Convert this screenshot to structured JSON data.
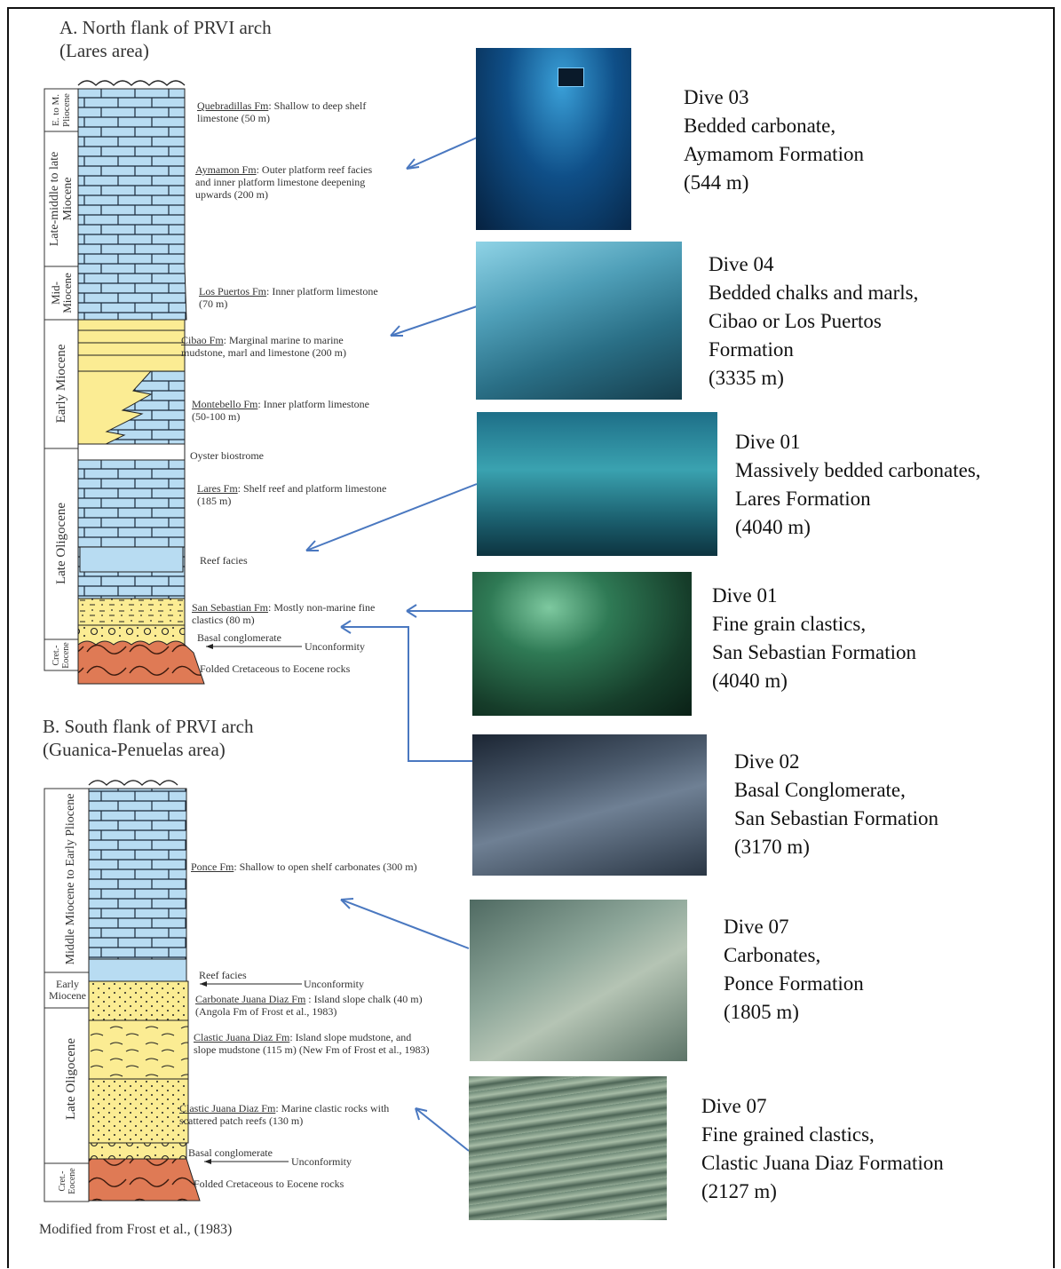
{
  "section_a": {
    "title_line1": "A. North flank of PRVI arch",
    "title_line2": "(Lares area)",
    "ages": [
      "E. to M. Pliocene",
      "Late-middle to late Miocene",
      "Mid-Miocene",
      "Early Miocene",
      "Late Oligocene",
      "Cret.- Eocene"
    ],
    "units": [
      {
        "fm": "Quebradillas Fm",
        "line1": ": Shallow to deep shelf",
        "line2": "limestone (50 m)"
      },
      {
        "fm": "Aymamon Fm",
        "line1": ":  Outer platform reef facies",
        "line2": "and inner platform limestone deepening",
        "line3": "upwards (200 m)"
      },
      {
        "fm": "Los Puertos Fm",
        "line1": ": Inner platform limestone",
        "line2": "(70 m)"
      },
      {
        "fm": "Cibao Fm",
        "line1": ": Marginal marine to marine",
        "line2": "mudstone, marl and limestone (200 m)"
      },
      {
        "fm": "Montebello Fm",
        "line1": ": Inner platform limestone",
        "line2": "(50-100 m)"
      },
      {
        "plain": "Oyster biostrome"
      },
      {
        "fm": "Lares Fm",
        "line1": ": Shelf reef and platform limestone",
        "line2": "(185 m)"
      },
      {
        "plain": "Reef facies"
      },
      {
        "fm": "San Sebastian Fm",
        "line1": ": Mostly non-marine fine",
        "line2": "clastics (80 m)"
      },
      {
        "plain": "Basal conglomerate"
      },
      {
        "plain": "Unconformity"
      },
      {
        "plain": "Folded Cretaceous to Eocene rocks"
      }
    ]
  },
  "section_b": {
    "title_line1": "B. South flank of PRVI arch",
    "title_line2": "(Guanica-Penuelas area)",
    "ages": [
      "Middle Miocene to Early Pliocene",
      "Early Miocene",
      "Late Oligocene",
      "Cret.- Eocene"
    ],
    "units": [
      {
        "fm": "Ponce Fm",
        "line1": ": Shallow to open shelf carbonates (300 m)"
      },
      {
        "plain": "Reef facies"
      },
      {
        "plain": "Unconformity"
      },
      {
        "fm": "Carbonate Juana Diaz Fm",
        "line1": " : Island slope chalk (40 m)",
        "line2": "(Angola Fm of Frost et al., 1983)"
      },
      {
        "fm": "Clastic Juana Diaz Fm",
        "line1": ": Island slope mudstone, and",
        "line2": "slope mudstone (115 m) (New Fm of Frost et al., 1983)"
      },
      {
        "fm": "Clastic Juana Diaz Fm",
        "line1": ": Marine clastic rocks with",
        "line2": "scattered patch reefs (130 m)"
      },
      {
        "plain": "Basal conglomerate"
      },
      {
        "plain": "Unconformity"
      },
      {
        "plain": "Folded Cretaceous to Eocene rocks"
      }
    ]
  },
  "dives": [
    {
      "lines": [
        "Dive 03",
        "Bedded carbonate,",
        "Aymamom Formation",
        "(544 m)"
      ],
      "tint": "#0f4f88"
    },
    {
      "lines": [
        "Dive 04",
        "Bedded chalks and marls,",
        "Cibao or Los Puertos",
        "Formation",
        "(3335 m)"
      ],
      "tint": "#3a8aa6"
    },
    {
      "lines": [
        "Dive 01",
        "Massively bedded carbonates,",
        "Lares Formation",
        "(4040 m)"
      ],
      "tint": "#1f7f95"
    },
    {
      "lines": [
        "Dive 01",
        "Fine grain clastics,",
        "San Sebastian Formation",
        "(4040 m)"
      ],
      "tint": "#1f5a40"
    },
    {
      "lines": [
        "Dive 02",
        "Basal Conglomerate,",
        "San Sebastian Formation",
        "(3170 m)"
      ],
      "tint": "#36485c"
    },
    {
      "lines": [
        "Dive 07",
        "Carbonates,",
        "Ponce Formation",
        "(1805 m)"
      ],
      "tint": "#6f8a80"
    },
    {
      "lines": [
        "Dive 07",
        "Fine grained clastics,",
        "Clastic Juana Diaz Formation",
        "(2127 m)"
      ],
      "tint": "#7d9a86"
    }
  ],
  "credit": "Modified from Frost et al., (1983)",
  "colors": {
    "limestone": "#b8dcf2",
    "clastic": "#fbec93",
    "basement": "#df7a55",
    "arrow": "#4a78c0"
  }
}
